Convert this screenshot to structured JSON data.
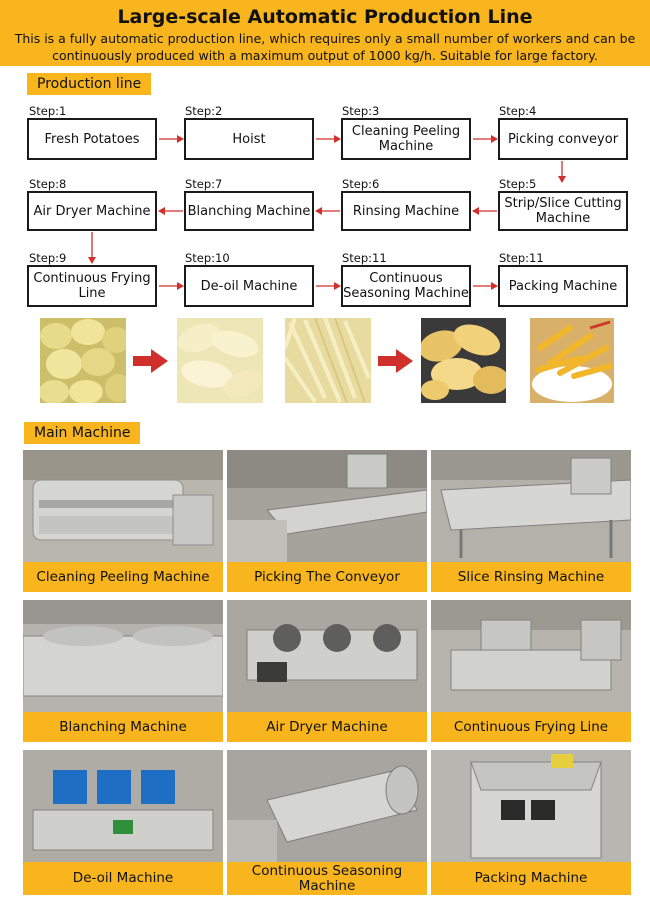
{
  "header": {
    "title": "Large-scale Automatic Production Line",
    "description": "This is a fully automatic production line, which requires only a small number of workers and can be continuously produced with a maximum output of 1000 kg/h. Suitable for large factory."
  },
  "production_line": {
    "label": "Production line",
    "steps": [
      {
        "tag": "Step:1",
        "name": "Fresh Potatoes"
      },
      {
        "tag": "Step:2",
        "name": "Hoist"
      },
      {
        "tag": "Step:3",
        "name": "Cleaning Peeling Machine"
      },
      {
        "tag": "Step:4",
        "name": "Picking conveyor"
      },
      {
        "tag": "Step:5",
        "name": "Strip/Slice Cutting Machine"
      },
      {
        "tag": "Step:6",
        "name": "Rinsing Machine"
      },
      {
        "tag": "Step:7",
        "name": "Blanching Machine"
      },
      {
        "tag": "Step:8",
        "name": "Air Dryer Machine"
      },
      {
        "tag": "Step:9",
        "name": "Continuous Frying Line"
      },
      {
        "tag": "Step:10",
        "name": "De-oil Machine"
      },
      {
        "tag": "Step:11",
        "name": "Continuous Seasoning Machine"
      },
      {
        "tag": "Step:11",
        "name": "Packing Machine"
      }
    ]
  },
  "main_machine": {
    "label": "Main Machine",
    "cards": [
      {
        "caption": "Cleaning Peeling Machine"
      },
      {
        "caption": "Picking The Conveyor"
      },
      {
        "caption": "Slice Rinsing Machine"
      },
      {
        "caption": "Blanching Machine"
      },
      {
        "caption": "Air Dryer Machine"
      },
      {
        "caption": "Continuous Frying Line"
      },
      {
        "caption": "De-oil Machine"
      },
      {
        "caption": "Continuous Seasoning Machine"
      },
      {
        "caption": "Packing Machine"
      }
    ]
  },
  "colors": {
    "accent": "#f8b51d",
    "arrow": "#d0302b"
  }
}
